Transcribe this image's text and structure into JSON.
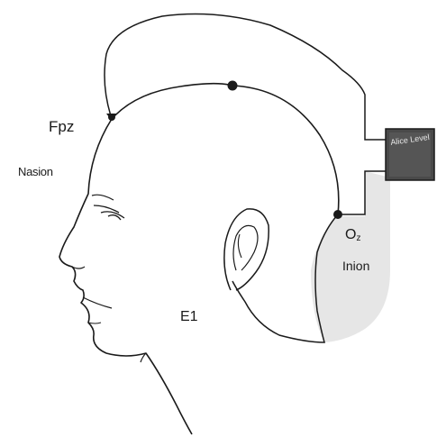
{
  "labels": {
    "fpz": "Fpz",
    "nasion": "Nasion",
    "oz": "O",
    "oz_subscript": "z",
    "inion": "Inion",
    "e1": "E1"
  },
  "device": {
    "text": "Alice Level"
  },
  "colors": {
    "line": "#1a1a1a",
    "shaded_region": "#e6e6e6",
    "device_fill": "#4a4a4a"
  }
}
